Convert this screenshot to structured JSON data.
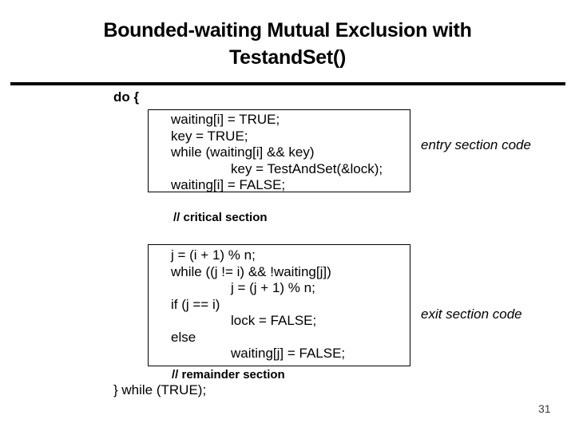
{
  "slide": {
    "title_line1": "Bounded-waiting Mutual Exclusion with",
    "title_line2": "TestandSet()",
    "page_number": "31"
  },
  "code": {
    "do_open": "do {",
    "entry_box_lines": [
      {
        "indent": 0,
        "text": "waiting[i] = TRUE;"
      },
      {
        "indent": 0,
        "text": "key = TRUE;"
      },
      {
        "indent": 0,
        "text": "while (waiting[i] && key)"
      },
      {
        "indent": 1,
        "text": "key = TestAndSet(&lock);"
      },
      {
        "indent": 0,
        "text": "waiting[i] = FALSE;"
      }
    ],
    "critical_comment": "// critical section",
    "exit_box_lines": [
      {
        "indent": 0,
        "text": "j = (i + 1) % n;"
      },
      {
        "indent": 0,
        "text": "while ((j != i) && !waiting[j])"
      },
      {
        "indent": 1,
        "text": "j = (j + 1) % n;"
      },
      {
        "indent": 0,
        "text": "if (j == i)"
      },
      {
        "indent": 1,
        "text": "lock = FALSE;"
      },
      {
        "indent": 0,
        "text": "else"
      },
      {
        "indent": 1,
        "text": "waiting[j] = FALSE;"
      }
    ],
    "remainder_comment": "// remainder section",
    "do_close": "} while (TRUE);"
  },
  "annotations": {
    "entry_label": "entry section code",
    "exit_label": "exit section code"
  },
  "colors": {
    "background": "#ffffff",
    "text": "#000000",
    "box_border": "#000000",
    "divider": "#000000",
    "page_number": "#3c3c3c"
  }
}
